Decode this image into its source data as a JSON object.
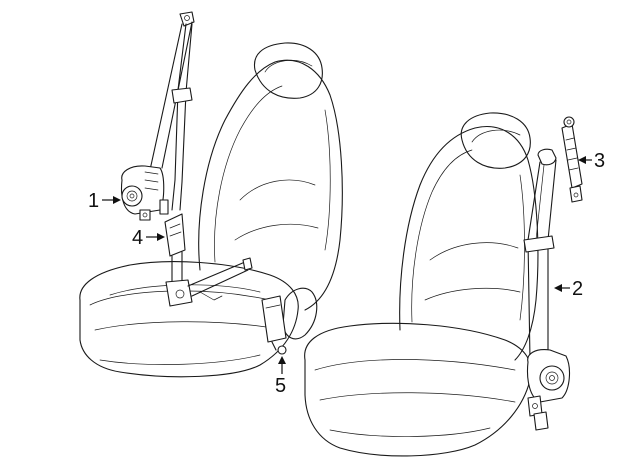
{
  "callouts": [
    {
      "id": "1",
      "label": "1",
      "part": "retractor-belt-assembly"
    },
    {
      "id": "2",
      "label": "2",
      "part": "retractor-belt-assembly-right"
    },
    {
      "id": "3",
      "label": "3",
      "part": "height-adjuster"
    },
    {
      "id": "4",
      "label": "4",
      "part": "buckle-assembly"
    },
    {
      "id": "5",
      "label": "5",
      "part": "buckle-latch"
    }
  ],
  "colors": {
    "line": "#1a1a1a",
    "background": "#ffffff"
  }
}
